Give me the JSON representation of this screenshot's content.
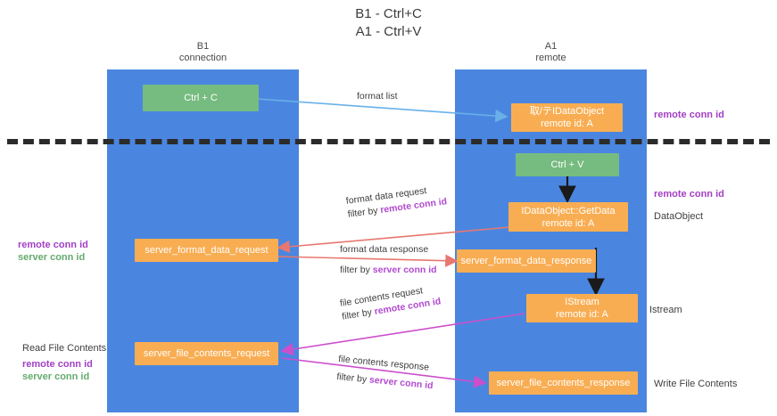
{
  "title": {
    "line1": "B1 - Ctrl+C",
    "line2": "A1 - Ctrl+V"
  },
  "lanes": [
    {
      "id": "b1",
      "name": "B1",
      "role": "connection"
    },
    {
      "id": "a1",
      "name": "A1",
      "role": "remote"
    }
  ],
  "colors": {
    "lane": "#4a86e0",
    "green_node": "#76bb7f",
    "orange_node": "#f9ad52",
    "purple_key": "#a23fc4",
    "green_key": "#64ab6e",
    "red_arrow": "#e8776f",
    "magenta_arrow": "#c council",
    "blue_arrow": "#69b0e8",
    "black_arrow": "#1a1a1a"
  },
  "nodes": {
    "ctrl_c": {
      "label": "Ctrl + C"
    },
    "idataobject": {
      "line1": "取/テIDataObject",
      "line2": "remote id: A"
    },
    "ctrl_v": {
      "label": "Ctrl + V"
    },
    "getdata": {
      "line1": "IDataObject::GetData",
      "line2": "remote id: A"
    },
    "server_format_data_request": {
      "label": "server_format_data_request"
    },
    "server_format_data_response": {
      "label": "server_format_data_response"
    },
    "istream": {
      "line1": "IStream",
      "line2": "remote id: A"
    },
    "server_file_contents_request": {
      "label": "server_file_contents_request"
    },
    "server_file_contents_response": {
      "label": "server_file_contents_response"
    }
  },
  "edge_labels": {
    "format_list": "format list",
    "format_data_request": {
      "line1": "format data request",
      "line2_prefix": "filter by ",
      "line2_key": "remote conn id"
    },
    "format_data_response": {
      "line1": "format data response",
      "line2_prefix": "filter by ",
      "line2_key": "server conn id"
    },
    "file_contents_request": {
      "line1": "file contents request",
      "line2_prefix": "filter by ",
      "line2_key": "remote conn id"
    },
    "file_contents_response": {
      "line1": "file contents response",
      "line2_prefix": "filter by ",
      "line2_key": "server conn id"
    }
  },
  "annotations": {
    "right_remote_conn_id_top": "remote conn id",
    "right_remote_conn_id_mid": "remote conn id",
    "right_dataobject": "DataObject",
    "right_istream": "Istream",
    "right_write_file_contents": "Write File Contents",
    "left_remote_conn_id": "remote conn id",
    "left_server_conn_id": "server conn id",
    "left_read_file_contents": "Read File Contents",
    "left_bottom_remote_conn_id": "remote conn id",
    "left_bottom_server_conn_id": "server conn id"
  }
}
